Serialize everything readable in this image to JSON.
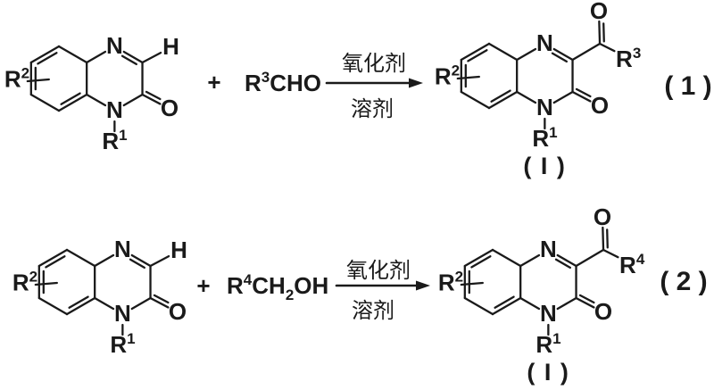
{
  "colors": {
    "background": "#ffffff",
    "ink": "#1a1a1a"
  },
  "atom_labels": {
    "nitrogen": "N",
    "oxygen": "O",
    "hydrogen": "H"
  },
  "r_groups": {
    "r1": {
      "base": "R",
      "script": "1"
    },
    "r2": {
      "base": "R",
      "script": "2"
    },
    "r3": {
      "base": "R",
      "script": "3"
    },
    "r4": {
      "base": "R",
      "script": "4"
    }
  },
  "reactions": [
    {
      "plus": "+",
      "coreactant_parts": [
        {
          "text": "R",
          "style": "normal"
        },
        {
          "text": "3",
          "style": "sup"
        },
        {
          "text": "CHO",
          "style": "normal"
        }
      ],
      "condition_above": "氧化剂",
      "condition_below": "溶剂",
      "product_acyl_r": "r3",
      "product_label": "( I )",
      "equation_number": "( 1 )"
    },
    {
      "plus": "+",
      "coreactant_parts": [
        {
          "text": "R",
          "style": "normal"
        },
        {
          "text": "4",
          "style": "sup"
        },
        {
          "text": "CH",
          "style": "normal"
        },
        {
          "text": "2",
          "style": "sub"
        },
        {
          "text": "OH",
          "style": "normal"
        }
      ],
      "condition_above": "氧化剂",
      "condition_below": "溶剂",
      "product_acyl_r": "r4",
      "product_label": "( I )",
      "equation_number": "( 2 )"
    }
  ]
}
